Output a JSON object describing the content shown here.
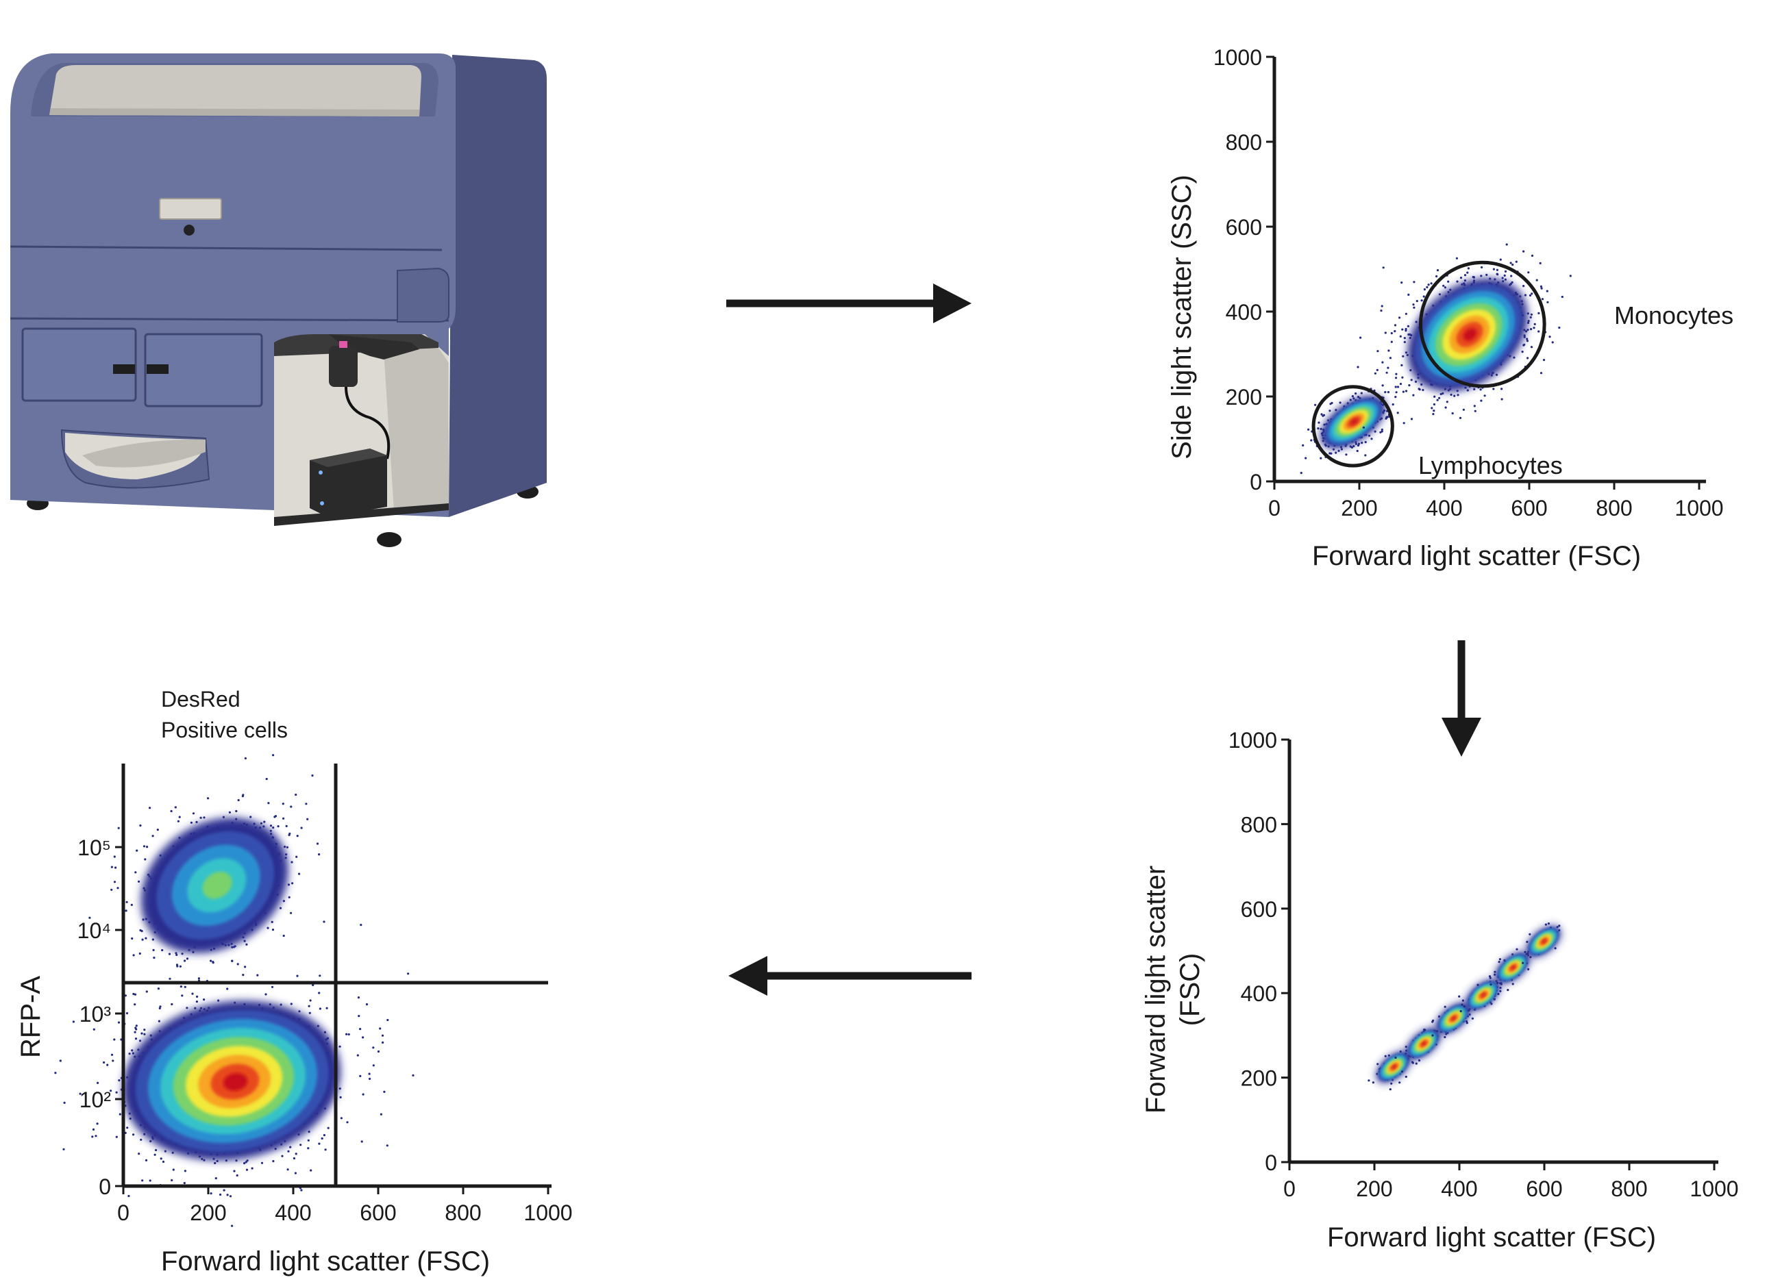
{
  "chart_data": [
    {
      "type": "scatter",
      "xlabel": "Forward light scatter (FSC)",
      "ylabel": "Side light scatter (SSC)",
      "xlim": [
        0,
        1000
      ],
      "ylim": [
        0,
        1000
      ],
      "x_ticks": [
        "0",
        "200",
        "400",
        "600",
        "800",
        "1000"
      ],
      "y_ticks": [
        "0",
        "200",
        "400",
        "600",
        "800",
        "1000"
      ],
      "populations": [
        {
          "name": "Lymphocytes",
          "center": [
            185,
            140
          ],
          "spread": [
            40,
            30
          ],
          "tilt": 35
        },
        {
          "name": "Monocytes",
          "center": [
            455,
            345
          ],
          "spread": [
            72,
            75
          ],
          "tilt": 40
        }
      ],
      "gates": [
        {
          "label": "Lymphocytes",
          "center": [
            185,
            130
          ],
          "radius": 150
        },
        {
          "label": "Monocytes",
          "center": [
            490,
            370
          ],
          "radius": 235
        }
      ]
    },
    {
      "type": "scatter",
      "xlabel": "Forward light scatter (FSC)",
      "ylabel": "Forward light scatter (FSC)",
      "xlim": [
        0,
        1000
      ],
      "ylim": [
        0,
        1000
      ],
      "x_ticks": [
        "0",
        "200",
        "400",
        "600",
        "800",
        "1000"
      ],
      "y_ticks": [
        "0",
        "200",
        "400",
        "600",
        "800",
        "1000"
      ],
      "clusters": [
        [
          245,
          225
        ],
        [
          315,
          280
        ],
        [
          385,
          340
        ],
        [
          455,
          395
        ],
        [
          525,
          460
        ],
        [
          598,
          522
        ]
      ]
    },
    {
      "type": "scatter",
      "xlabel": "Forward light scatter (FSC)",
      "ylabel": "RFP-A",
      "xlim": [
        0,
        1000
      ],
      "x_ticks": [
        "0",
        "200",
        "400",
        "600",
        "800",
        "1000"
      ],
      "y_ticks": [
        "0",
        "10²",
        "10³",
        "10⁴",
        "10⁵"
      ],
      "gate_label_line1": "DesRed",
      "gate_label_line2": "Positive cells",
      "gate_x": 500,
      "gate_y_label_level": "between 10³ and 10⁴"
    }
  ]
}
